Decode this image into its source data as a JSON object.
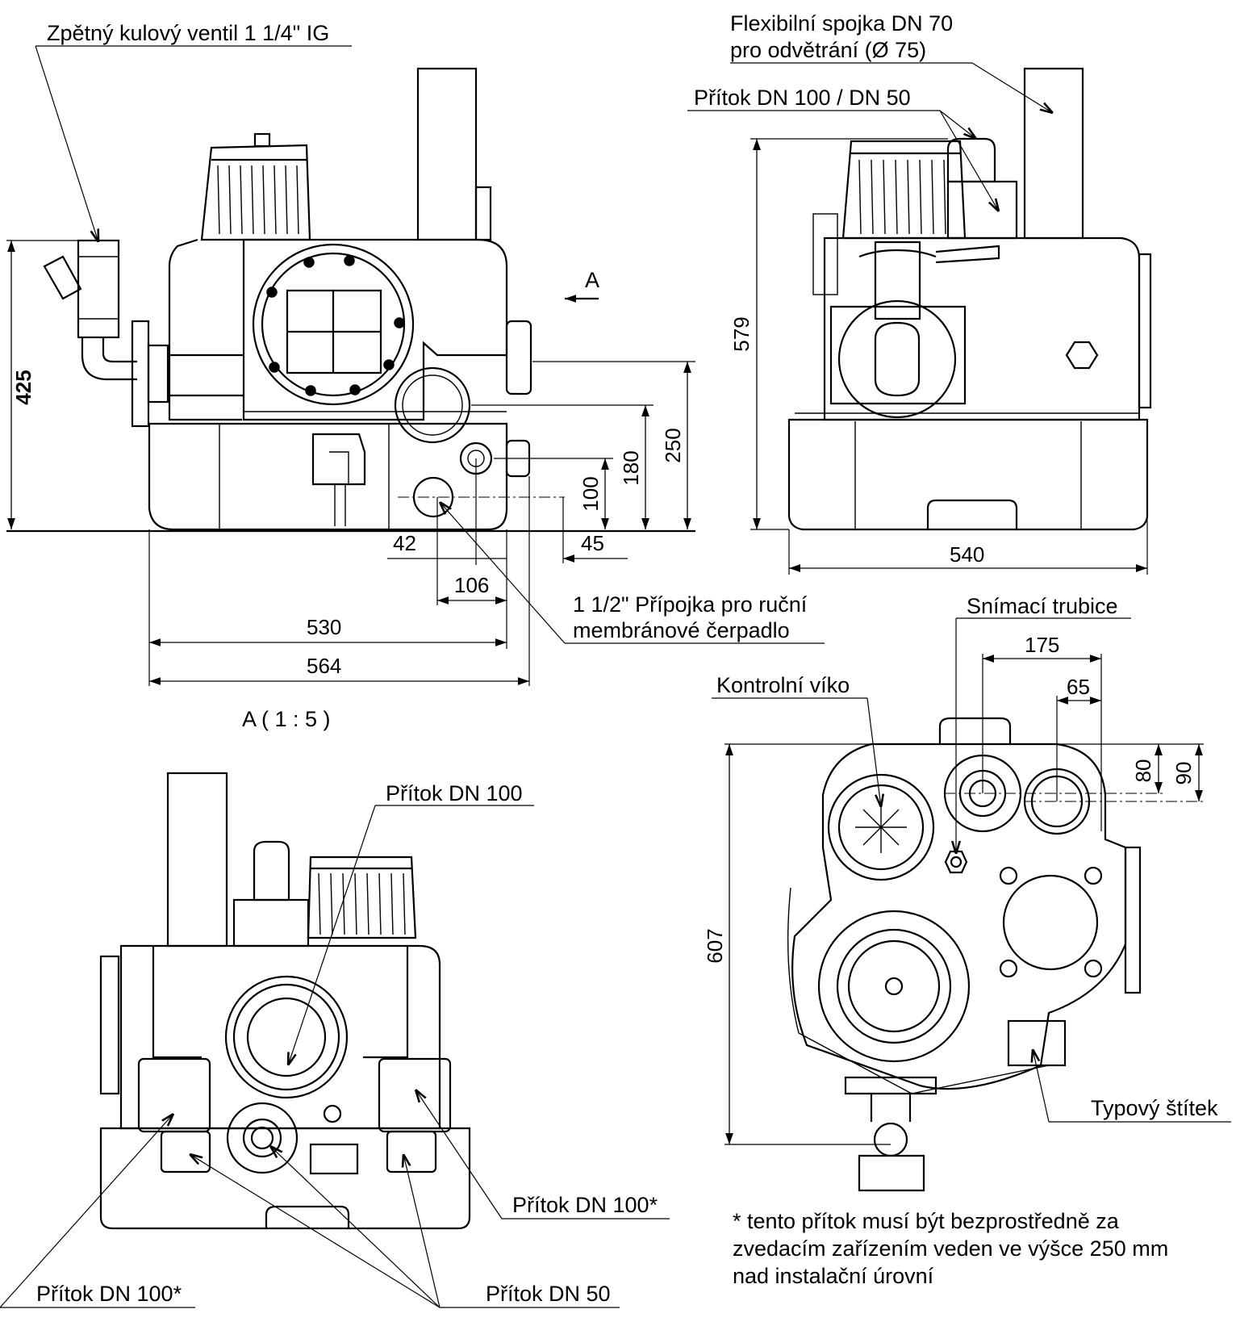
{
  "labels": {
    "ball_valve": "Zpětný kulový ventil 1 1/4\" IG",
    "flex_coupling_1": "Flexibilní spojka DN 70",
    "flex_coupling_2": "pro odvětrání (Ø 75)",
    "inlet_top": "Přítok DN 100 / DN 50",
    "view_arrow": "A",
    "hand_pump_1": "1 1/2\" Přípojka pro ruční",
    "hand_pump_2": "membránové čerpadlo",
    "view_title": "A ( 1 : 5 )",
    "inlet_dn100": "Přítok DN 100",
    "inlet_dn100_star_right": "Přítok DN 100*",
    "inlet_dn100_star_left": "Přítok DN 100*",
    "inlet_dn50": "Přítok DN 50",
    "sensing_tube": "Snímací trubice",
    "control_cover": "Kontrolní víko",
    "type_plate": "Typový štítek"
  },
  "dimensions": {
    "front_height": "425",
    "h250": "250",
    "h180": "180",
    "h100": "100",
    "w42": "42",
    "w45": "45",
    "w106": "106",
    "w530": "530",
    "w564": "564",
    "side_height": "579",
    "side_width": "540",
    "top_depth": "607",
    "w175": "175",
    "w65": "65",
    "h80": "80",
    "h90": "90"
  },
  "note": {
    "line1": "* tento přítok musí být bezprostředně za",
    "line2": "zvedacím zařízením veden ve výšce 250 mm",
    "line3": "nad instalační úrovní"
  }
}
